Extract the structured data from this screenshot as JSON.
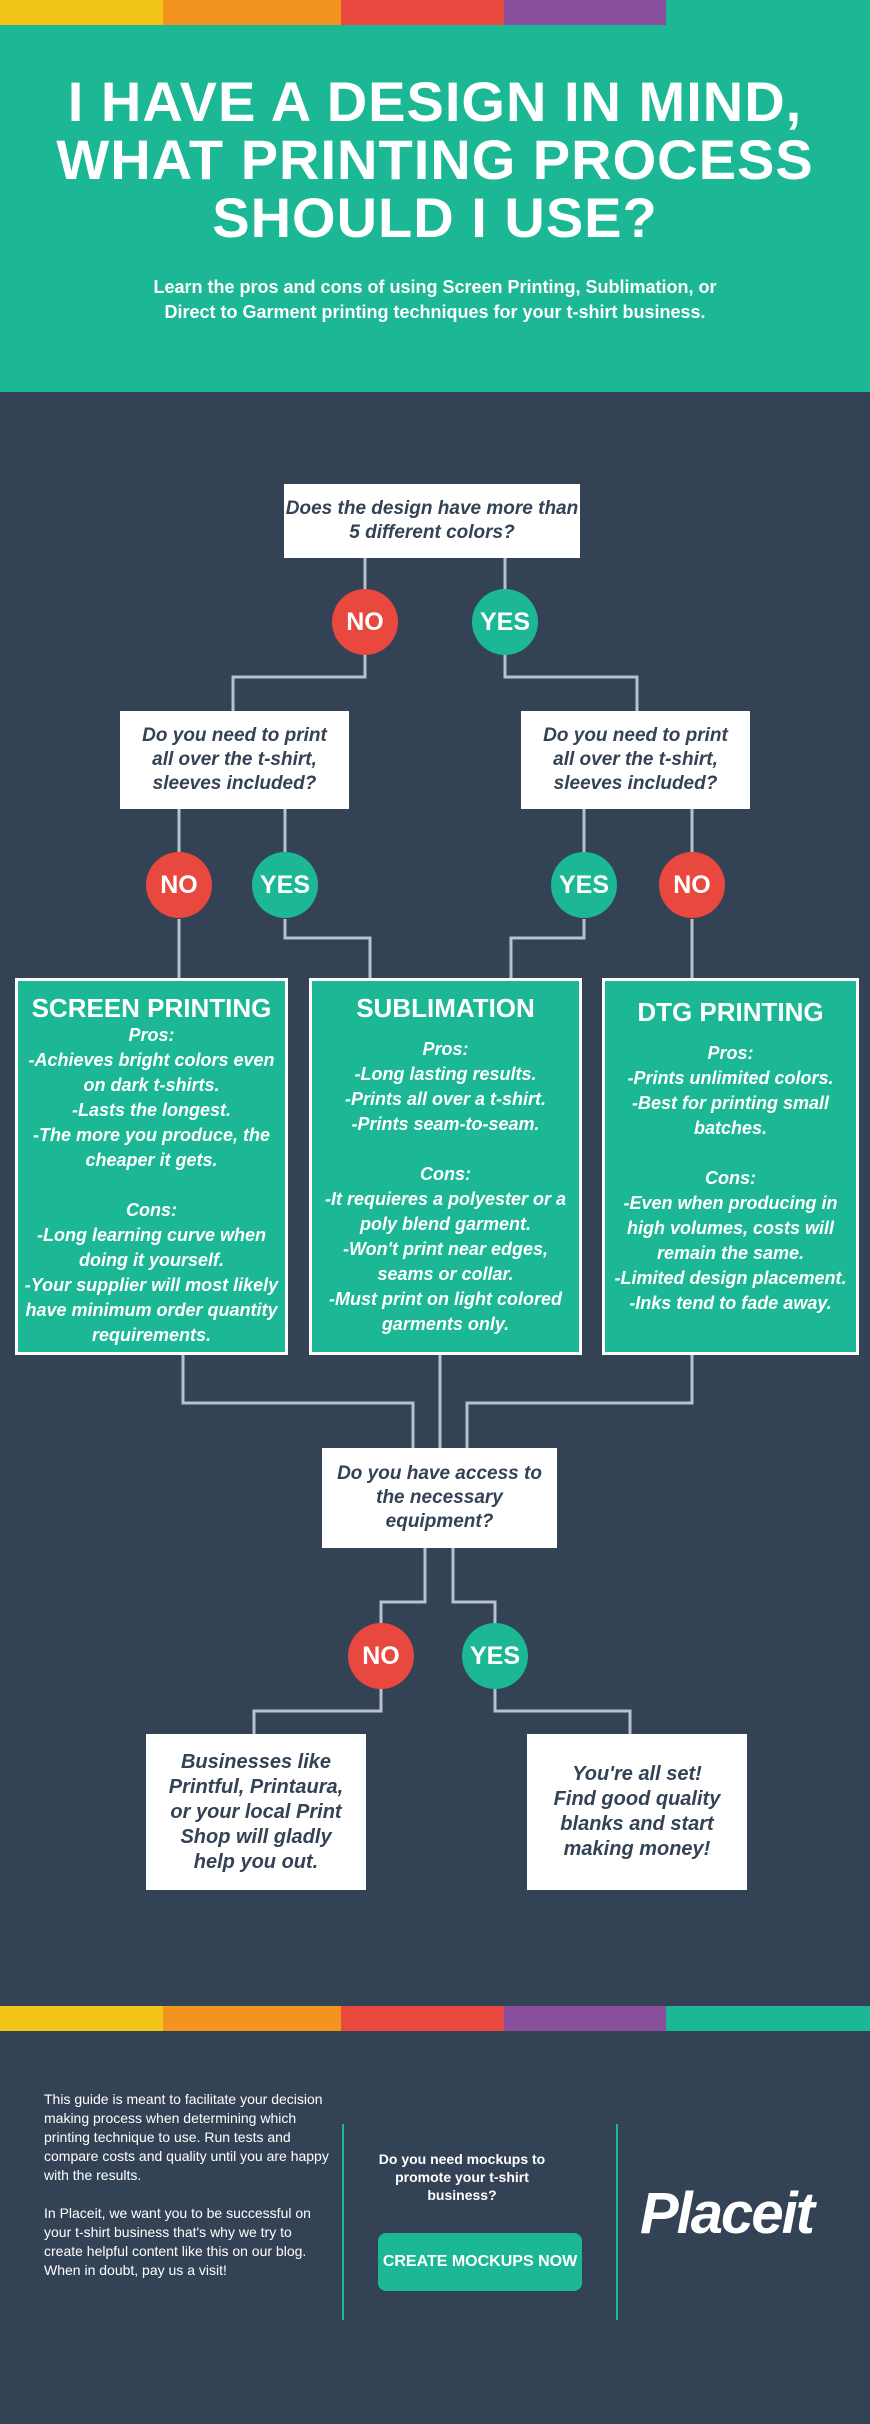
{
  "colors": {
    "header_bg": "#1cb895",
    "body_bg": "#344256",
    "no": "#e8483e",
    "yes": "#1cb895",
    "stripe": [
      "#f2c418",
      "#f39420",
      "#e8483e",
      "#8a4f9c",
      "#1cb895"
    ]
  },
  "header": {
    "title": "I HAVE A DESIGN IN MIND, WHAT PRINTING PROCESS SHOULD I USE?",
    "subtitle": "Learn the pros and cons of using Screen Printing, Sublimation, or Direct to Garment printing techniques for your t-shirt business."
  },
  "flow": {
    "q1": "Does the design have more than 5 different colors?",
    "q2": "Do you need to print all over the t-shirt, sleeves included?",
    "q3": "Do you need to print all over the t-shirt, sleeves included?",
    "q4": "Do you have access to the necessary equipment?",
    "no": "NO",
    "yes": "YES",
    "results": {
      "screen": {
        "title": "SCREEN PRINTING",
        "body": "Pros:\n-Achieves bright colors even on dark t-shirts.\n-Lasts the longest.\n-The more you produce, the cheaper it gets.\n\nCons:\n-Long learning curve when doing it yourself.\n-Your supplier will most likely have minimum order quantity requirements."
      },
      "sublimation": {
        "title": "SUBLIMATION",
        "body": "Pros:\n-Long lasting results.\n-Prints all over a t-shirt.\n-Prints seam-to-seam.\n\nCons:\n-It requieres a polyester or a poly blend garment.\n-Won't print near edges, seams or collar.\n-Must print on light colored garments only."
      },
      "dtg": {
        "title": "DTG PRINTING",
        "body": "Pros:\n-Prints unlimited colors.\n-Best for printing small batches.\n\nCons:\n-Even when producing  in high volumes, costs will remain the same.\n-Limited design placement.\n-Inks tend to fade away."
      }
    },
    "end_no": "Businesses like Printful, Printaura, or your local Print Shop will gladly help you out.",
    "end_yes": "You're all set! Find good quality blanks and start making money!"
  },
  "footer": {
    "text": "This guide is meant to facilitate your decision making process when determining which printing technique to use. Run tests and compare costs and quality until you are happy with the results.\n\nIn Placeit, we want you to be successful on your t-shirt business that's why we try to create helpful content like this on our blog. When in doubt, pay us a visit!",
    "mockup_question": "Do you need mockups to promote your t-shirt business?",
    "cta": "CREATE MOCKUPS NOW",
    "logo": "Placeit"
  }
}
